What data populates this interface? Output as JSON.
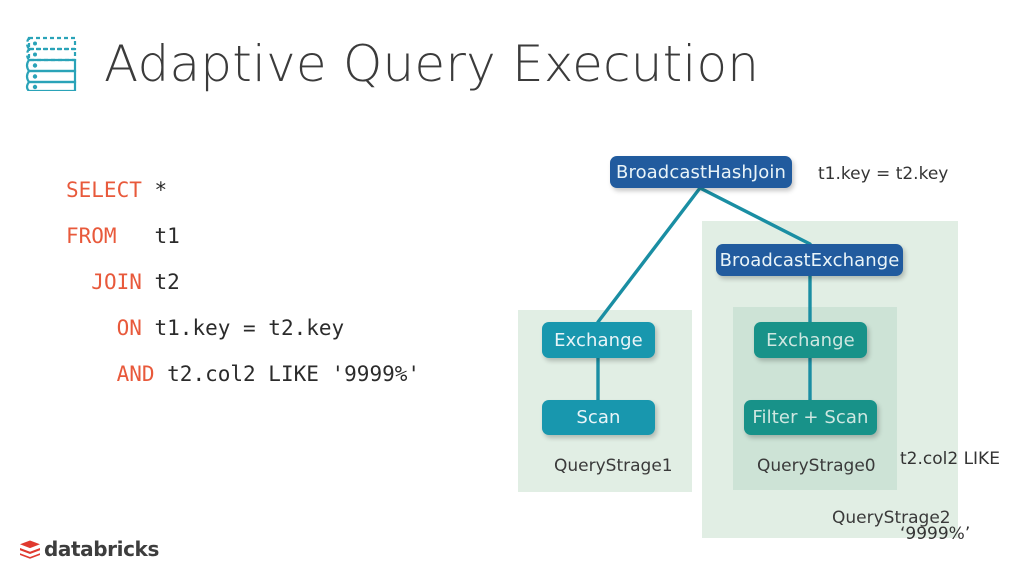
{
  "slide": {
    "title": "Adaptive Query Execution",
    "icon": "database-stack-icon",
    "background": "#ffffff"
  },
  "sql": {
    "name": "sql-query",
    "lines": [
      {
        "indent": 0,
        "keyword": "SELECT",
        "rest": " *"
      },
      {
        "indent": 0,
        "keyword": "FROM",
        "rest": "   t1"
      },
      {
        "indent": 1,
        "keyword": "JOIN",
        "rest": " t2"
      },
      {
        "indent": 2,
        "keyword": "ON",
        "rest": " t1.key = t2.key"
      },
      {
        "indent": 2,
        "keyword": "AND",
        "rest": " t2.col2 LIKE '9999%'"
      }
    ],
    "keyword_color": "#e8593b",
    "text_color": "#2b2b2b"
  },
  "diagram": {
    "name": "query-plan-diagram",
    "nodes": [
      {
        "id": "broadcast-hash-join",
        "label": "BroadcastHashJoin",
        "color": "#215b9e",
        "style": "blue"
      },
      {
        "id": "broadcast-exchange",
        "label": "BroadcastExchange",
        "color": "#215b9e",
        "style": "blue"
      },
      {
        "id": "exchange-left",
        "label": "Exchange",
        "color": "#1897ae",
        "style": "cyan"
      },
      {
        "id": "scan-left",
        "label": "Scan",
        "color": "#1897ae",
        "style": "cyan"
      },
      {
        "id": "exchange-right",
        "label": "Exchange",
        "color": "#189289",
        "style": "green"
      },
      {
        "id": "filter-scan-right",
        "label": "Filter + Scan",
        "color": "#189289",
        "style": "green"
      }
    ],
    "stages": [
      {
        "id": "query-stage-1",
        "label": "QueryStrage1",
        "fill": "#e1eee4"
      },
      {
        "id": "query-stage-0",
        "label": "QueryStrage0",
        "fill": "#cde3d6"
      },
      {
        "id": "query-stage-2",
        "label": "QueryStrage2",
        "fill": "#e1eee4"
      }
    ],
    "annotations": [
      {
        "id": "join-condition",
        "text": "t1.key = t2.key"
      },
      {
        "id": "filter-condition",
        "line1": "t2.col2 LIKE",
        "line2": "‘9999%’"
      }
    ],
    "edge_color": "#1a8ea3"
  },
  "brand": {
    "name": "databricks-logo",
    "text": "databricks",
    "mark_color": "#e03a2f"
  }
}
